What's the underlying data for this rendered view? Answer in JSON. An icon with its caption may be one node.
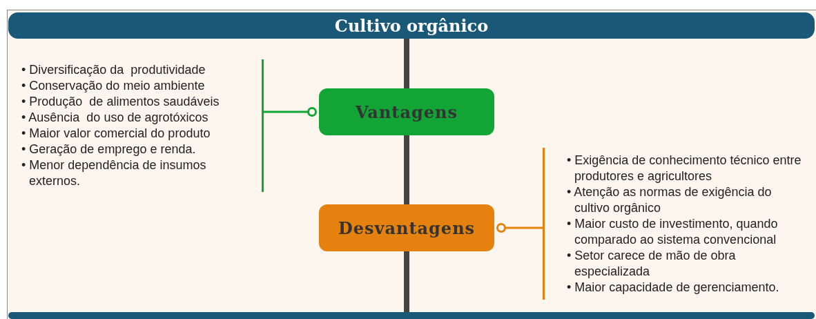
{
  "diagram": {
    "nodes": [
      {
        "text": [
          "Cultivo orgânico"
        ]
      },
      {
        "text": [
          "Vantagens"
        ]
      },
      {
        "text": [
          "• Diversificação da  produtividade",
          "• Conservação do meio ambiente",
          "• Produção  de alimentos saudáveis",
          "• Ausência  do uso de agrotóxicos",
          "• Maior valor comercial do produto",
          "• Geração de emprego e renda.",
          "• Menor dependência de insumos externos."
        ]
      },
      {
        "text": [
          "Desvantagens"
        ]
      },
      {
        "text": [
          "• Exigência de conhecimento técnico entre produtores e agricultores",
          "• Atenção as normas de exigência do cultivo orgânico",
          "• Maior custo de investimento, quando comparado ao sistema convencional",
          "• Setor carece de mão de obra especializada",
          "• Maior capacidade de gerenciamento."
        ]
      },
      {
        "text": [],
        "shape": "bar"
      }
    ],
    "edges": [
      {
        "from": 0,
        "to": 1,
        "arrow": "none"
      },
      {
        "from": 1,
        "to": 3,
        "arrow": "none"
      },
      {
        "from": 3,
        "to": 5,
        "arrow": "none"
      },
      {
        "from": 1,
        "to": 2,
        "arrow": "other",
        "color": "#12a535"
      },
      {
        "from": 3,
        "to": 4,
        "arrow": "other",
        "color": "#e5820f"
      }
    ]
  }
}
